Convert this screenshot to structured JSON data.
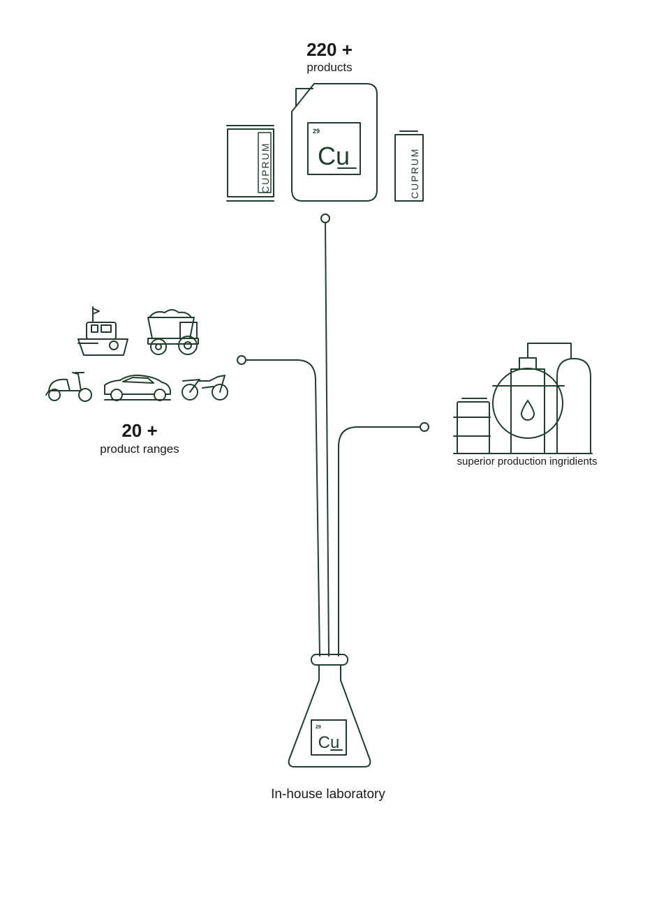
{
  "products": {
    "count": "220 +",
    "label": "products"
  },
  "ranges": {
    "count": "20 +",
    "label": "product ranges"
  },
  "ingredients": {
    "label": "superior production ingridients"
  },
  "laboratory": {
    "label": "In-house laboratory"
  },
  "brand": {
    "name": "CUPRUM",
    "element_symbol": "Cu",
    "atomic_number": "29"
  },
  "colors": {
    "line": "#1f3d2a",
    "text": "#1a1a1a"
  },
  "icons": [
    "canister-icon",
    "bottle-icon",
    "boat-icon",
    "dump-truck-icon",
    "scooter-icon",
    "car-icon",
    "motorcycle-icon",
    "oil-barrel-icon",
    "oil-tank-icon",
    "gas-cylinder-icon",
    "flask-icon"
  ]
}
